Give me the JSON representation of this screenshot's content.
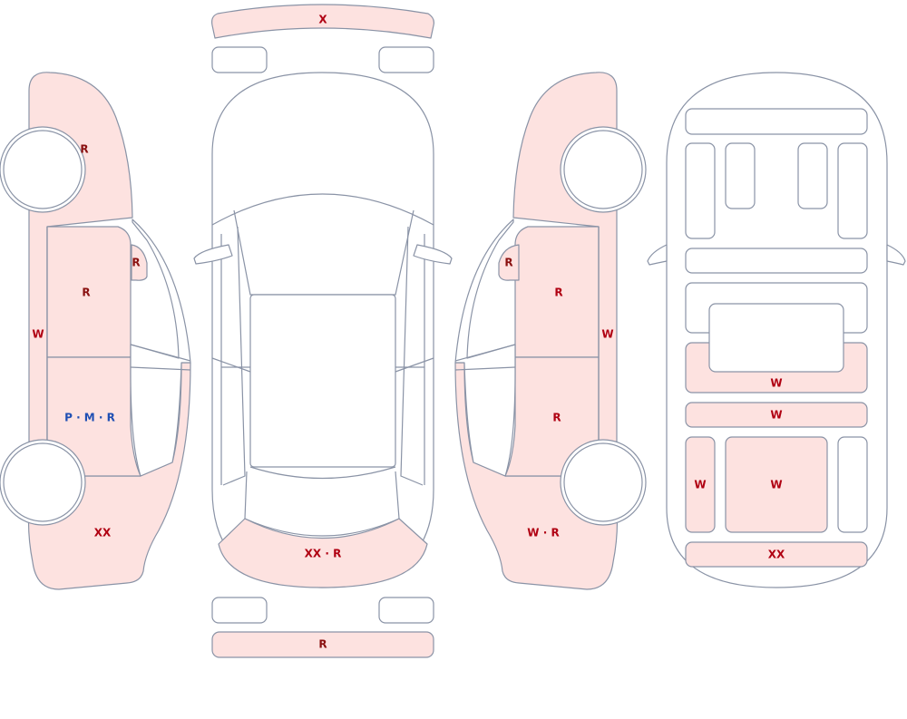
{
  "colors": {
    "outline": "#8a93a6",
    "damage_fill": "#fde2e0",
    "label_red": "#b00012",
    "label_dark_red": "#8a1010",
    "label_blue": "#1f4fb3"
  },
  "labels": {
    "front_bumper": "X",
    "rear_bumper": "R",
    "rear_panel": "XX · R",
    "left_front_fender": "R",
    "left_front_door": "R",
    "left_mirror": "R",
    "left_sill": "W",
    "left_rear_door": "P · M · R",
    "left_rear_quarter": "XX",
    "right_mirror": "R",
    "right_front_door": "R",
    "right_sill": "W",
    "right_rear_door": "R",
    "right_rear_quarter": "W · R",
    "floor_rear_row": "W",
    "floor_mid_strip": "W",
    "floor_left_tub": "W",
    "floor_center": "W",
    "floor_rear_strip": "XX"
  }
}
